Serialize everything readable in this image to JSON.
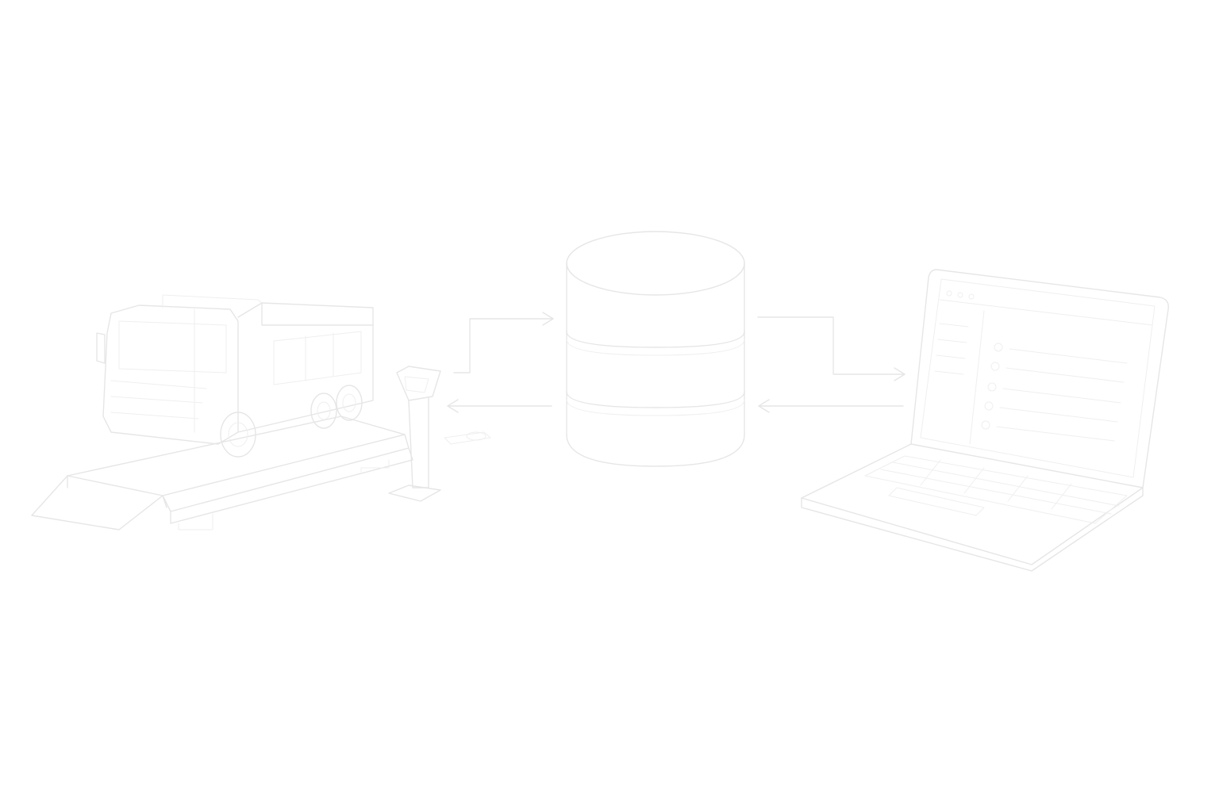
{
  "colors": {
    "background": "#ffffff",
    "line": "#e6e6e6",
    "line_faint": "#efefef"
  },
  "nodes": [
    {
      "id": "truck-scale",
      "icon": "truck-on-weighbridge-icon"
    },
    {
      "id": "kiosk",
      "icon": "terminal-kiosk-icon"
    },
    {
      "id": "database",
      "icon": "database-icon"
    },
    {
      "id": "laptop",
      "icon": "laptop-icon"
    }
  ],
  "connections": [
    {
      "from": "kiosk",
      "to": "database",
      "direction": "forward"
    },
    {
      "from": "database",
      "to": "kiosk",
      "direction": "back"
    },
    {
      "from": "database",
      "to": "laptop",
      "direction": "forward"
    },
    {
      "from": "laptop",
      "to": "database",
      "direction": "back"
    }
  ]
}
